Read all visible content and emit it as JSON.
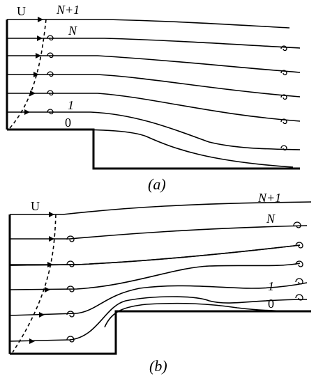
{
  "panel_a": {
    "caption": "(a)",
    "labels": {
      "u": "U",
      "top": "N+1",
      "n": "N",
      "one": "1",
      "zero": "0"
    }
  },
  "panel_b": {
    "caption": "(b)",
    "labels": {
      "u": "U",
      "top": "N+1",
      "n": "N",
      "one": "1",
      "zero": "0"
    }
  }
}
